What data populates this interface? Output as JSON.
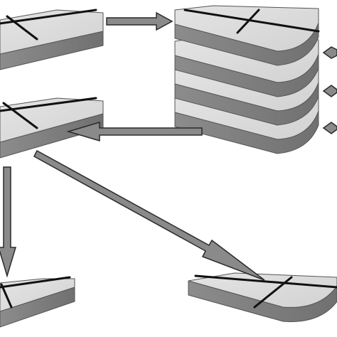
{
  "diagram": {
    "background": "#ffffff",
    "colors": {
      "top_face": "#d2d2d2",
      "top_face_light": "#e4e4e4",
      "side_face": "#8c8c8c",
      "side_face_dark": "#707070",
      "edge": "#555555",
      "cut_line": "#111111",
      "arrow_fill": "#8a8a8a",
      "arrow_stroke": "#2a2a2a"
    },
    "nodes": [
      {
        "id": "slab-top-left",
        "icon": "sliced-slab"
      },
      {
        "id": "slab-stack-right",
        "icon": "stacked-curved-slabs",
        "layers": 4
      },
      {
        "id": "slab-middle-left",
        "icon": "sliced-slab"
      },
      {
        "id": "slab-bottom-left",
        "icon": "sliced-slab"
      },
      {
        "id": "slab-bottom-right",
        "icon": "curved-sliced-slab"
      }
    ],
    "edges": [
      {
        "from": "slab-top-left",
        "to": "slab-stack-right"
      },
      {
        "from": "slab-stack-right",
        "to": "slab-middle-left"
      },
      {
        "from": "slab-middle-left",
        "to": "slab-bottom-left"
      },
      {
        "from": "slab-middle-left",
        "to": "slab-bottom-right"
      }
    ]
  }
}
